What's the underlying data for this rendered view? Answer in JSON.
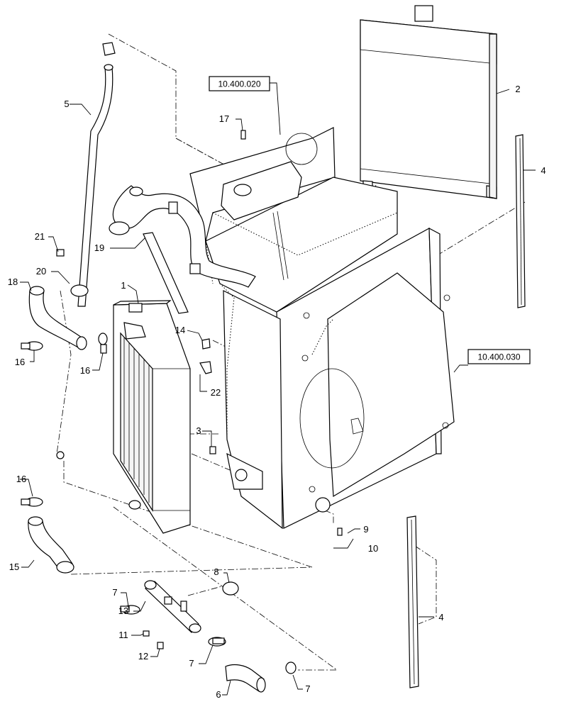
{
  "callouts": {
    "c1": "1",
    "c2": "2",
    "c3": "3",
    "c4a": "4",
    "c4b": "4",
    "c5": "5",
    "c6": "6",
    "c7a": "7",
    "c7b": "7",
    "c7c": "7",
    "c8": "8",
    "c9": "9",
    "c10": "10",
    "c11": "11",
    "c12": "12",
    "c13": "13",
    "c14": "14",
    "c15": "15",
    "c16a": "16",
    "c16b": "16",
    "c16c": "16",
    "c17": "17",
    "c18": "18",
    "c19": "19",
    "c20": "20",
    "c21": "21",
    "c22": "22"
  },
  "references": {
    "ref_a": "10.400.020",
    "ref_b": "10.400.030"
  },
  "colors": {
    "line": "#000000",
    "background": "#ffffff"
  }
}
